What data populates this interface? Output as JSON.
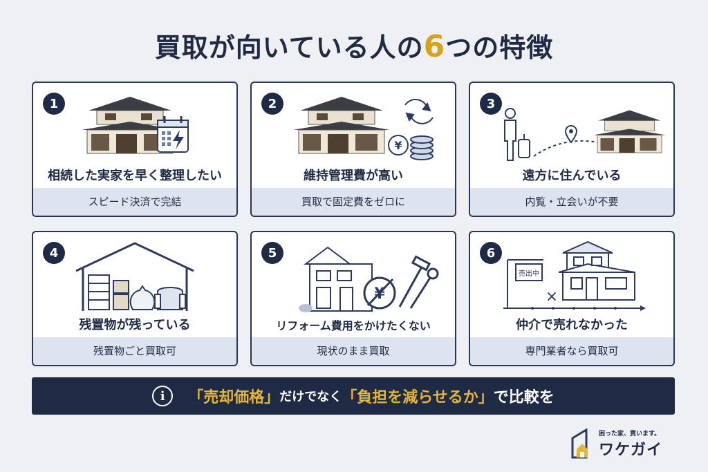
{
  "title": {
    "pre": "買取が向いている人の",
    "num": "6",
    "post": "つの特徴"
  },
  "cards": [
    {
      "num": "1",
      "heading": "相続した実家を早く整理したい",
      "sub": "スピード決済で完結"
    },
    {
      "num": "2",
      "heading": "維持管理費が高い",
      "sub": "買取で固定費をゼロに"
    },
    {
      "num": "3",
      "heading": "遠方に住んでいる",
      "sub": "内覧・立会いが不要"
    },
    {
      "num": "4",
      "heading": "残置物が残っている",
      "sub": "残置物ごと買取可"
    },
    {
      "num": "5",
      "heading": "リフォーム費用をかけたくない",
      "sub": "現状のまま買取"
    },
    {
      "num": "6",
      "heading": "仲介で売れなかった",
      "sub": "専門業者なら買取可"
    }
  ],
  "illus": {
    "yen": "¥",
    "sale_sign": "売出中"
  },
  "banner": {
    "info_glyph": "i",
    "q1": "「売却価格」",
    "mid": "だけでなく",
    "q2": "「負担を減らせるか」",
    "end": "で比較を"
  },
  "logo": {
    "tagline": "困った家、買います。",
    "brand": "ワケガイ"
  },
  "colors": {
    "navy": "#1f2a44",
    "gold": "#d9a21b",
    "sub_bg": "#dde4ef"
  }
}
